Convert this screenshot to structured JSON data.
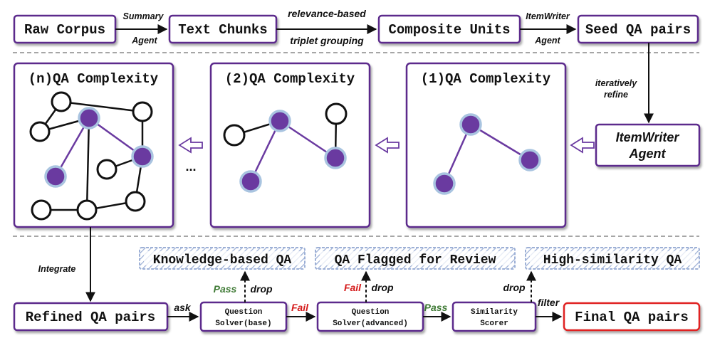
{
  "top_row": {
    "raw_corpus": "Raw Corpus",
    "text_chunks": "Text Chunks",
    "composite_units": "Composite Units",
    "seed_qa": "Seed QA pairs",
    "summary_agent_top": "Summary",
    "summary_agent_bottom": "Agent",
    "grouping_top": "relevance-based",
    "grouping_bottom": "triplet grouping",
    "itemwriter_top": "ItemWriter",
    "itemwriter_bottom": "Agent"
  },
  "middle_row": {
    "panel_n": "(n)QA Complexity",
    "panel_2": "(2)QA Complexity",
    "panel_1": "(1)QA Complexity",
    "ellipsis": "...",
    "refine_top": "iteratively",
    "refine_bottom": "refine",
    "agent_top": "ItemWriter",
    "agent_bottom": "Agent"
  },
  "bottom_row": {
    "integrate": "Integrate",
    "refined_qa": "Refined QA pairs",
    "ask": "ask",
    "solver_base_top": "Question",
    "solver_base_bottom": "Solver(base)",
    "fail_1": "Fail",
    "solver_adv_top": "Question",
    "solver_adv_bottom": "Solver(advanced)",
    "pass_2": "Pass",
    "scorer_top": "Similarity",
    "scorer_bottom": "Scorer",
    "filter": "filter",
    "final_qa": "Final QA pairs",
    "pass_1": "Pass",
    "drop_1": "drop",
    "fail_2": "Fail",
    "drop_2": "drop",
    "drop_3": "drop",
    "knowledge_qa": "Knowledge-based QA",
    "flagged_qa": "QA Flagged for Review",
    "similarity_qa": "High-similarity QA"
  },
  "colors": {
    "purple": "#5b2a8c",
    "node_fill": "#6a3aa0",
    "node_ring": "#a9c4e0",
    "final_border": "#e02020",
    "hatch": "#9db0d6",
    "pass": "#3f7a35",
    "fail": "#d51b1b"
  }
}
